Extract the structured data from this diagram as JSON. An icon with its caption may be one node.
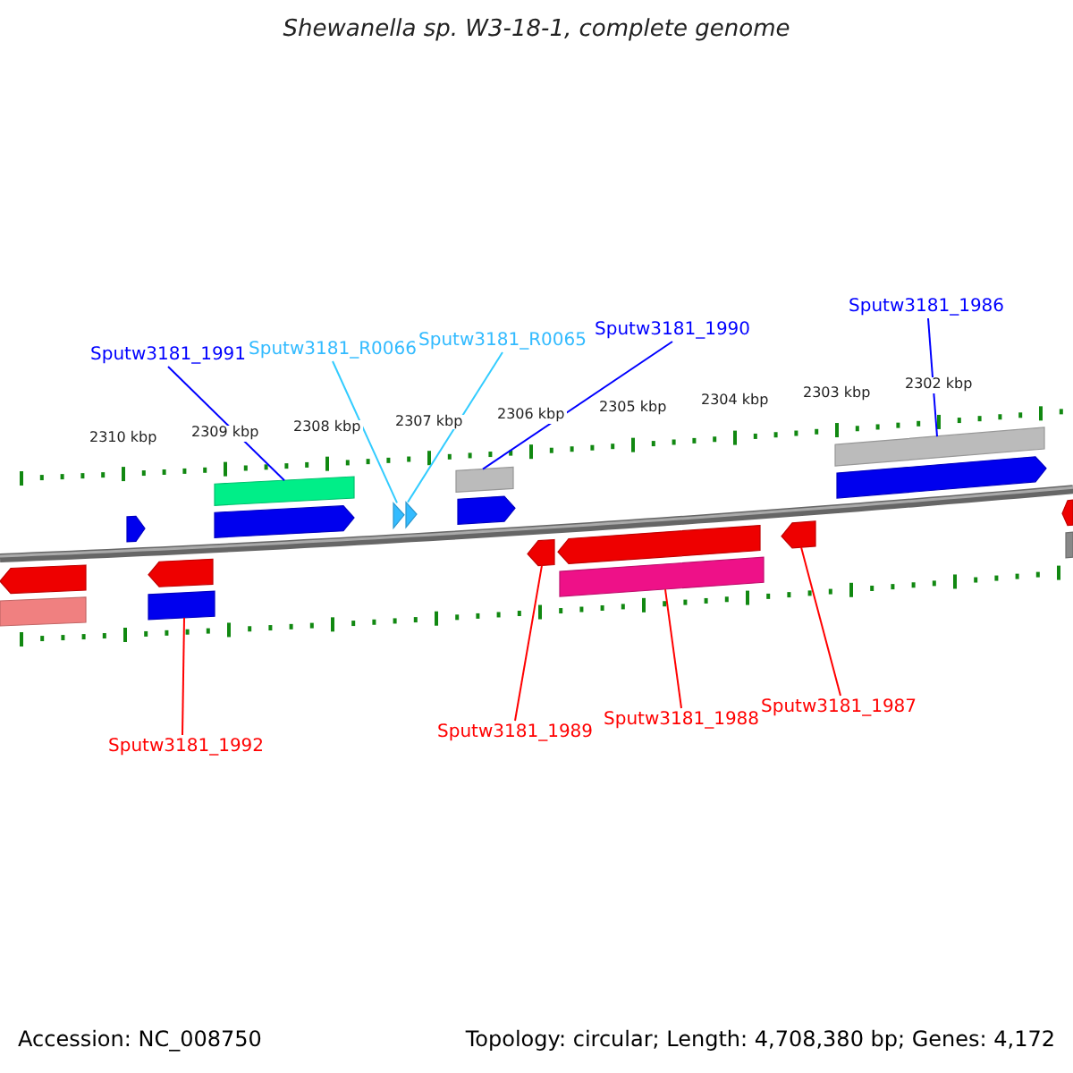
{
  "diagram": {
    "title": "Shewanella sp. W3-18-1, complete genome",
    "nodes": [
      {
        "text": [
          "Sputw3181_1991"
        ]
      },
      {
        "text": [
          "Sputw3181_R0066"
        ]
      },
      {
        "text": [
          "Sputw3181_R0065"
        ]
      },
      {
        "text": [
          "Sputw3181_1990"
        ]
      },
      {
        "text": [
          "Sputw3181_1986"
        ]
      },
      {
        "text": [],
        "shape": "bar"
      },
      {
        "text": [],
        "shape": "bar"
      },
      {
        "text": [],
        "shape": "bar"
      },
      {
        "text": [],
        "shape": "arrow"
      },
      {
        "text": [],
        "shape": "arrow"
      },
      {
        "text": [],
        "shape": "triangle"
      },
      {
        "text": [],
        "shape": "triangle"
      },
      {
        "text": [],
        "shape": "arrow"
      },
      {
        "text": [],
        "shape": "arrow"
      },
      {
        "text": [],
        "shape": "arrow"
      },
      {
        "text": [],
        "shape": "bar"
      },
      {
        "text": [],
        "shape": "arrow"
      },
      {
        "text": [],
        "shape": "bar"
      },
      {
        "text": [],
        "shape": "arrow"
      },
      {
        "text": [],
        "shape": "arrow"
      },
      {
        "text": [],
        "shape": "bar"
      },
      {
        "text": [],
        "shape": "arrow"
      },
      {
        "text": [],
        "shape": "arrow"
      },
      {
        "text": [],
        "shape": "bar"
      },
      {
        "text": [
          "Sputw3181_1992"
        ]
      },
      {
        "text": [
          "Sputw3181_1989"
        ]
      },
      {
        "text": [
          "Sputw3181_1988"
        ]
      },
      {
        "text": [
          "Sputw3181_1987"
        ]
      }
    ],
    "edges": [
      {
        "from": 0,
        "to": 5,
        "arrow": "none",
        "color": "#0000ff"
      },
      {
        "from": 1,
        "to": 10,
        "arrow": "none",
        "color": "#33ccff"
      },
      {
        "from": 2,
        "to": 11,
        "arrow": "none",
        "color": "#33ccff"
      },
      {
        "from": 3,
        "to": 6,
        "arrow": "none",
        "color": "#0000ff"
      },
      {
        "from": 4,
        "to": 7,
        "arrow": "none",
        "color": "#0000ff"
      },
      {
        "from": 24,
        "to": 17,
        "arrow": "none",
        "color": "#ff0000"
      },
      {
        "from": 25,
        "to": 18,
        "arrow": "none",
        "color": "#ff0000"
      },
      {
        "from": 26,
        "to": 20,
        "arrow": "none",
        "color": "#ff0000"
      },
      {
        "from": 27,
        "to": 21,
        "arrow": "none",
        "color": "#ff0000"
      }
    ],
    "labels": [
      "2310 kbp",
      "2309 kbp",
      "2308 kbp",
      "2307 kbp",
      "2306 kbp",
      "2305 kbp",
      "2304 kbp",
      "2303 kbp",
      "2302 kbp",
      "Accession: NC_008750",
      "Topology: circular; Length: 4,708,380 bp; Genes: 4,172"
    ]
  }
}
